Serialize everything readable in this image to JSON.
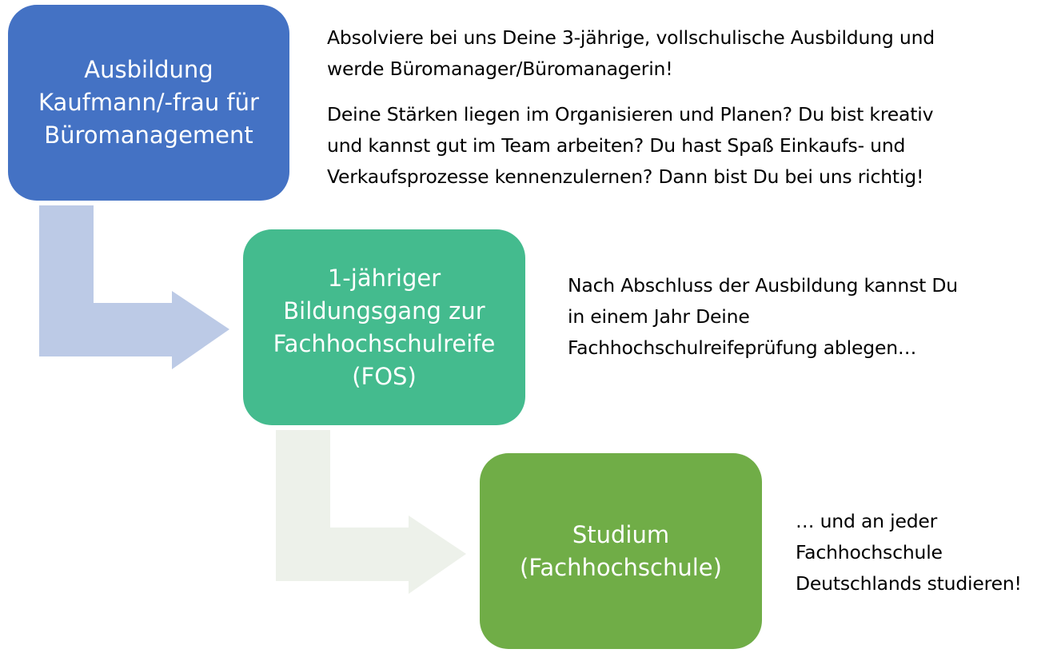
{
  "colors": {
    "box_blue": "#4472c4",
    "box_teal": "#44bb8e",
    "box_green": "#70ad47",
    "arrow_1": "#bccae6",
    "arrow_2": "#edf1ea"
  },
  "steps": [
    {
      "label_lines": [
        "Ausbildung",
        "Kaufmann/-frau für",
        "Büromanagement"
      ]
    },
    {
      "label_lines": [
        "1-jähriger",
        "Bildungsgang zur",
        "Fachhochschulreife",
        "(FOS)"
      ]
    },
    {
      "label_lines": [
        "Studium",
        "(Fachhochschule)"
      ]
    }
  ],
  "texts": {
    "intro_lines": [
      "Absolviere bei uns Deine 3-jährige, vollschulische Ausbildung und",
      "werde Büromanager/Büromanagerin!"
    ],
    "strengths_lines": [
      "Deine Stärken liegen im Organisieren und Planen? Du bist kreativ",
      "und kannst gut im Team arbeiten? Du hast Spaß Einkaufs- und",
      "Verkaufsprozesse kennenzulernen? Dann bist Du bei uns richtig!"
    ],
    "fos_lines": [
      "Nach Abschluss der Ausbildung kannst Du",
      "in einem Jahr Deine",
      "Fachhochschulreifeprüfung ablegen…"
    ],
    "study_lines": [
      "… und an jeder",
      "Fachhochschule",
      "Deutschlands studieren!"
    ]
  }
}
